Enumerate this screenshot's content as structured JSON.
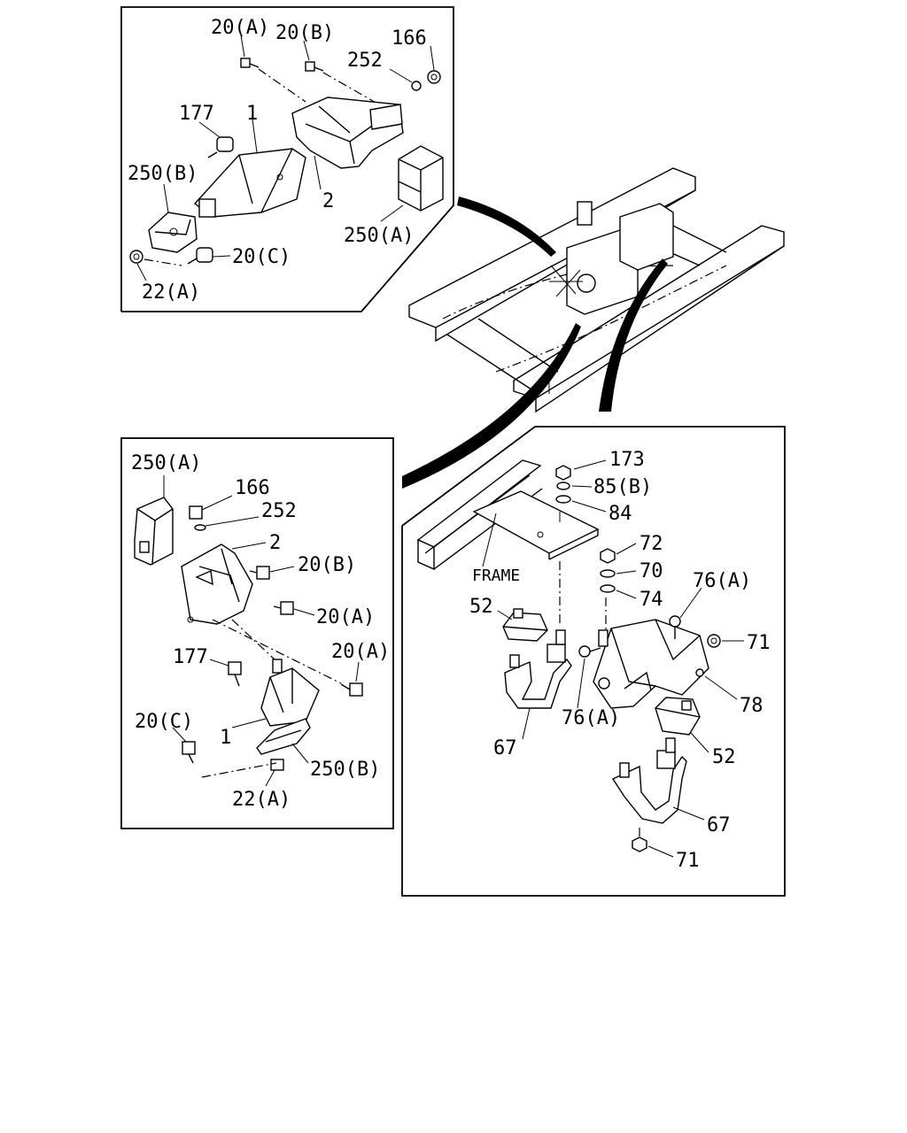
{
  "callouts": {
    "top_left": {
      "l1": "20(A)",
      "l2": "20(B)",
      "l3": "166",
      "l4": "252",
      "l5": "177",
      "l6": "1",
      "l7": "250(B)",
      "l8": "2",
      "l9": "250(A)",
      "l10": "20(C)",
      "l11": "22(A)"
    },
    "bottom_left": {
      "l1": "250(A)",
      "l2": "166",
      "l3": "252",
      "l4": "2",
      "l5": "20(B)",
      "l6": "20(A)",
      "l7": "20(A)",
      "l8": "177",
      "l9": "20(C)",
      "l10": "1",
      "l11": "250(B)",
      "l12": "22(A)"
    },
    "right": {
      "frame": "FRAME",
      "l1": "173",
      "l2": "85(B)",
      "l3": "84",
      "l4": "72",
      "l5": "70",
      "l6": "74",
      "l7": "76(A)",
      "l8": "71",
      "l9": "52",
      "l10": "76(A)",
      "l11": "78",
      "l12": "67",
      "l13": "52",
      "l14": "67",
      "l15": "71"
    }
  }
}
